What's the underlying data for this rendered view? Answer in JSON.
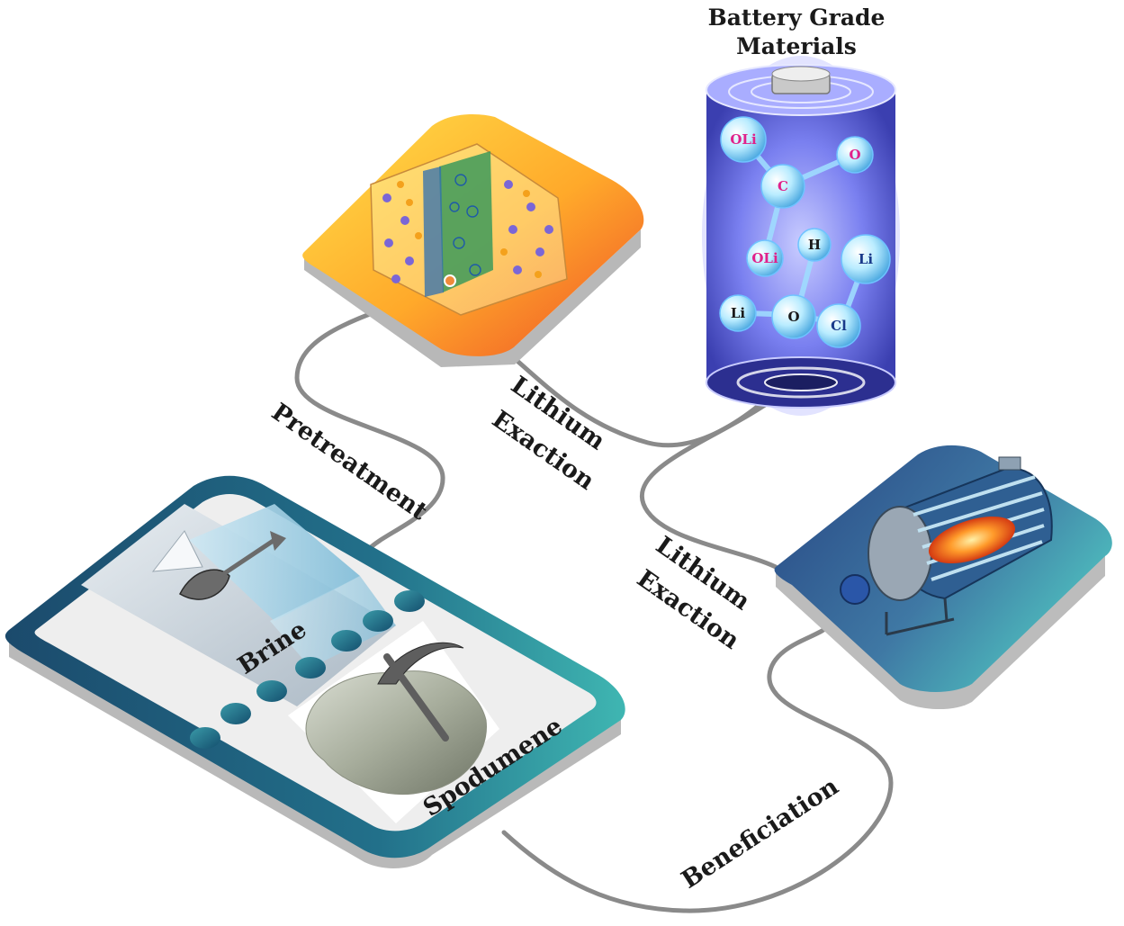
{
  "title_lines": [
    "Battery Grade",
    "Materials"
  ],
  "labels": {
    "pretreatment": "Pretreatment",
    "extraction_1_line1": "Lithium",
    "extraction_1_line2": "Exaction",
    "extraction_2_line1": "Lithium",
    "extraction_2_line2": "Exaction",
    "beneficiation": "Beneficiation",
    "brine": "Brine",
    "spodumene": "Spodumene"
  },
  "molecule_atoms": [
    "OLi",
    "O",
    "C",
    "H",
    "Li",
    "OLi",
    "Li",
    "O",
    "Cl"
  ],
  "colors": {
    "tablet_frame": "#1f5f7e",
    "tablet_accent": "#3aa9ad",
    "membrane_tile_start": "#ffd43a",
    "membrane_tile_end": "#f2602a",
    "boiler_tile_start": "#2a4d86",
    "boiler_tile_end": "#3fb0b6",
    "battery_glow": "#5660e8",
    "connector": "#7a7a7a"
  },
  "icons": [
    "pickaxe-icon",
    "shovel-icon",
    "battery-icon",
    "boiler-icon",
    "membrane-icon"
  ]
}
